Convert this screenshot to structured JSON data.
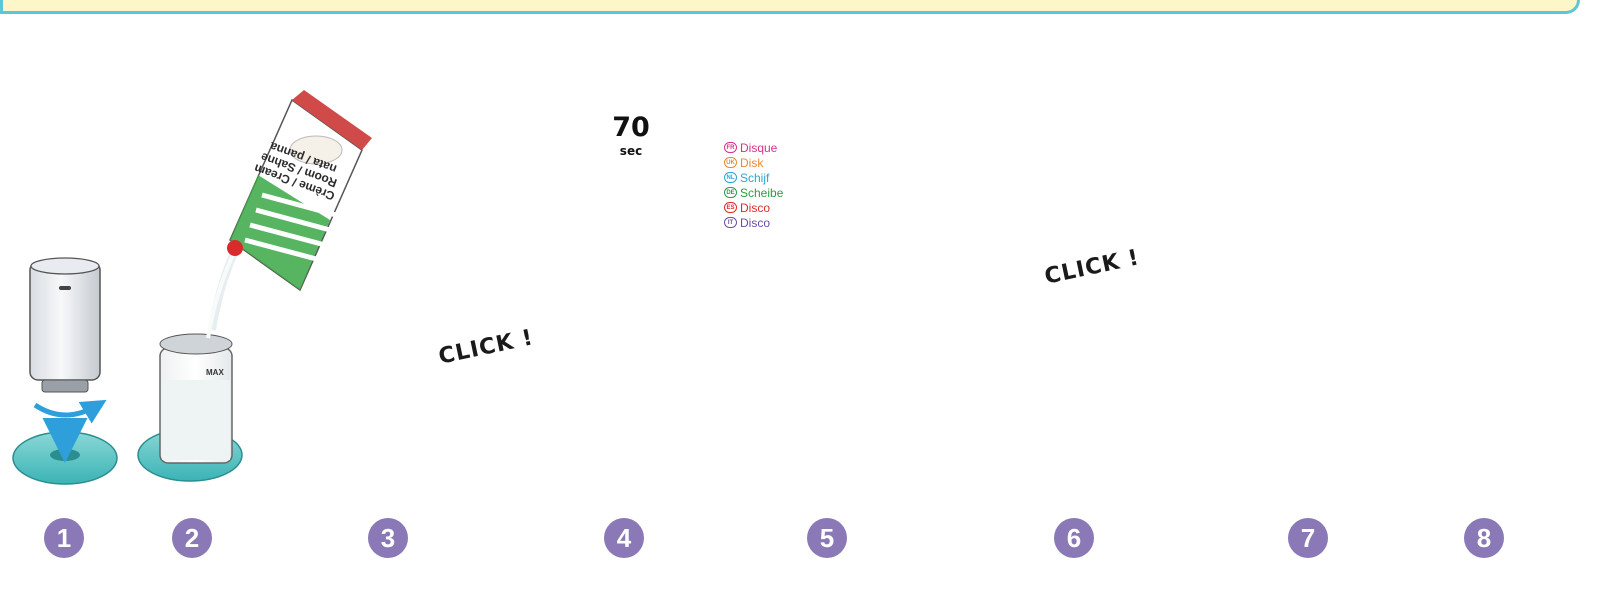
{
  "steps": [
    "1",
    "2",
    "3",
    "4",
    "5",
    "6",
    "7",
    "8"
  ],
  "click_texts": [
    "CLICK !",
    "CLICK !"
  ],
  "timer": {
    "value": "70",
    "unit": "sec"
  },
  "cream_pack": {
    "lines": [
      "Crème / Cream",
      "Room / Sahne",
      "nata / panna"
    ]
  },
  "glass": {
    "max_mark": "MAX"
  },
  "disk_legend": [
    {
      "code": "FR",
      "label": "Disque",
      "color": "#d6328a"
    },
    {
      "code": "UK",
      "label": "Disk",
      "color": "#e98a2e"
    },
    {
      "code": "NL",
      "label": "Schijf",
      "color": "#2aa6cf"
    },
    {
      "code": "DE",
      "label": "Scheibe",
      "color": "#2f9a45"
    },
    {
      "code": "ES",
      "label": "Disco",
      "color": "#e02b2b"
    },
    {
      "code": "IT",
      "label": "Disco",
      "color": "#6a4ea3"
    }
  ],
  "colors": {
    "badge": "#8a79b6",
    "base_teal": "#5cc6c6",
    "plunger_lilac": "#d8cdea",
    "arrow_blue": "#2f9fdc",
    "cup_purple": "#a897cf",
    "top_band": "#fdf6c8"
  }
}
